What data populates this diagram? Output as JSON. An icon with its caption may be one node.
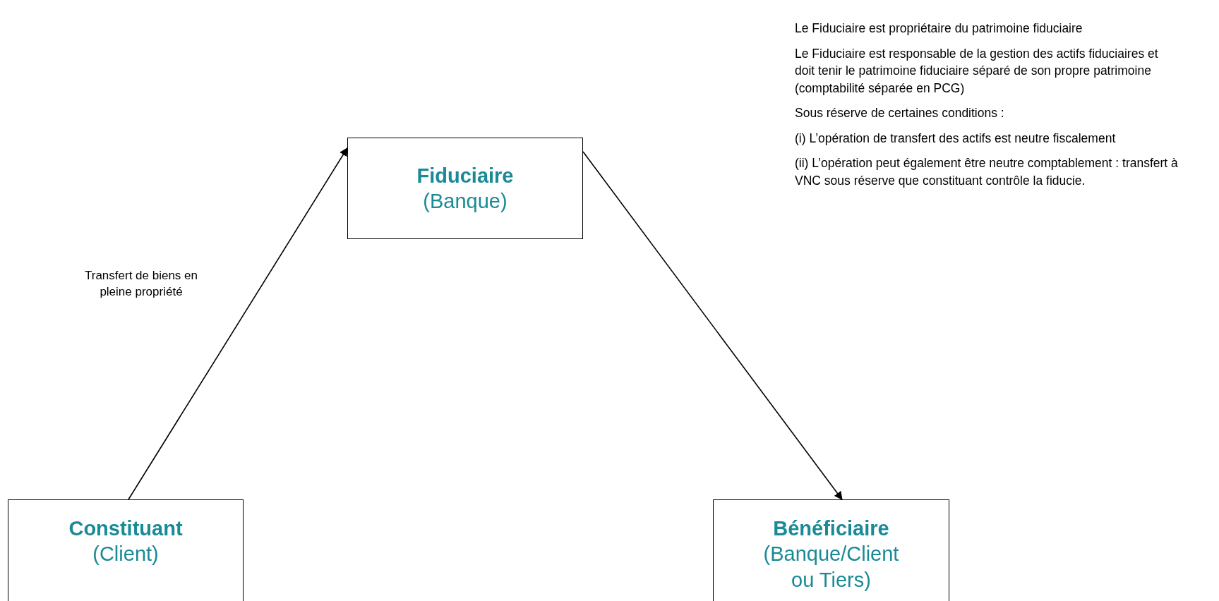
{
  "diagram": {
    "nodes": [
      {
        "text": [
          "Fiduciaire",
          "(Banque)"
        ]
      },
      {
        "text": [
          "Constituant",
          "(Client)"
        ]
      },
      {
        "text": [
          "Bénéficiaire",
          "(Banque/Client ou Tiers)"
        ]
      }
    ],
    "edges": [
      {
        "from": 1,
        "to": 0,
        "arrow": "to",
        "label": "Transfert de biens en pleine propriété"
      },
      {
        "from": 0,
        "to": 2,
        "arrow": "to"
      }
    ],
    "labels": [
      "Le Fiduciaire est propriétaire du patrimoine fiduciaire",
      "Le Fiduciaire est responsable de la gestion des actifs fiduciaires et doit tenir le patrimoine fiduciaire séparé de son propre patrimoine (comptabilité séparée en PCG)",
      "Sous réserve de certaines conditions :",
      "(i) L’opération de transfert des actifs est neutre fiscalement",
      "(ii) L’opération peut également être neutre comptablement : transfert à VNC sous réserve que constituant contrôle la fiducie."
    ]
  }
}
